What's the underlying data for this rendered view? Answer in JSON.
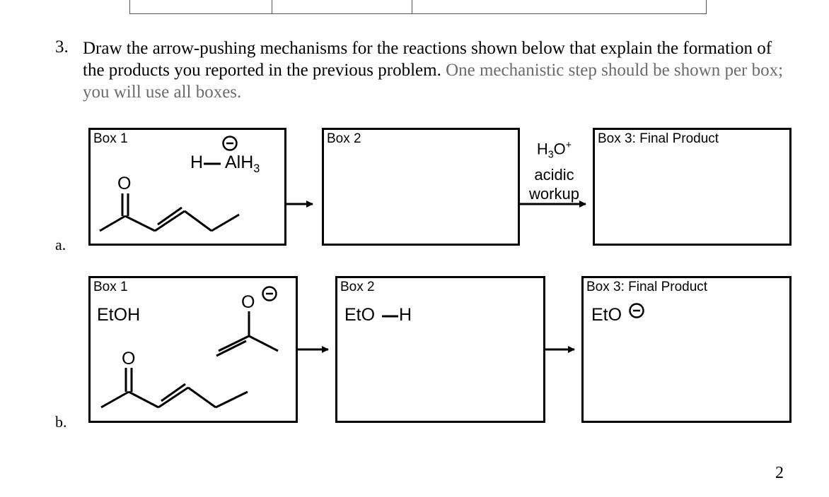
{
  "question": {
    "number": "3.",
    "text_main": "Draw the arrow-pushing mechanisms for the reactions shown below that explain the formation of the products you reported in the previous problem.",
    "text_grey": "One mechanistic step should be shown per box; you will use all boxes."
  },
  "part_a": {
    "label": "a.",
    "box1_label": "Box 1",
    "box2_label": "Box 2",
    "box3_label": "Box 3: Final Product",
    "reagent_h": "H",
    "reagent_al": "AlH",
    "reagent_sub": "3",
    "carbonyl_o": "O",
    "workup_h": "H",
    "workup_sub": "3",
    "workup_o": "O",
    "workup_sup": "+",
    "workup_line2": "acidic",
    "workup_line3": "workup"
  },
  "part_b": {
    "label": "b.",
    "box1_label": "Box 1",
    "box2_label": "Box 2",
    "box3_label": "Box 3: Final Product",
    "box1_solvent": "EtOH",
    "enolate_o": "O",
    "carbonyl_o": "O",
    "box2_eto": "EtO",
    "box2_h": "H",
    "box3_eto": "EtO"
  },
  "page_number": "2"
}
